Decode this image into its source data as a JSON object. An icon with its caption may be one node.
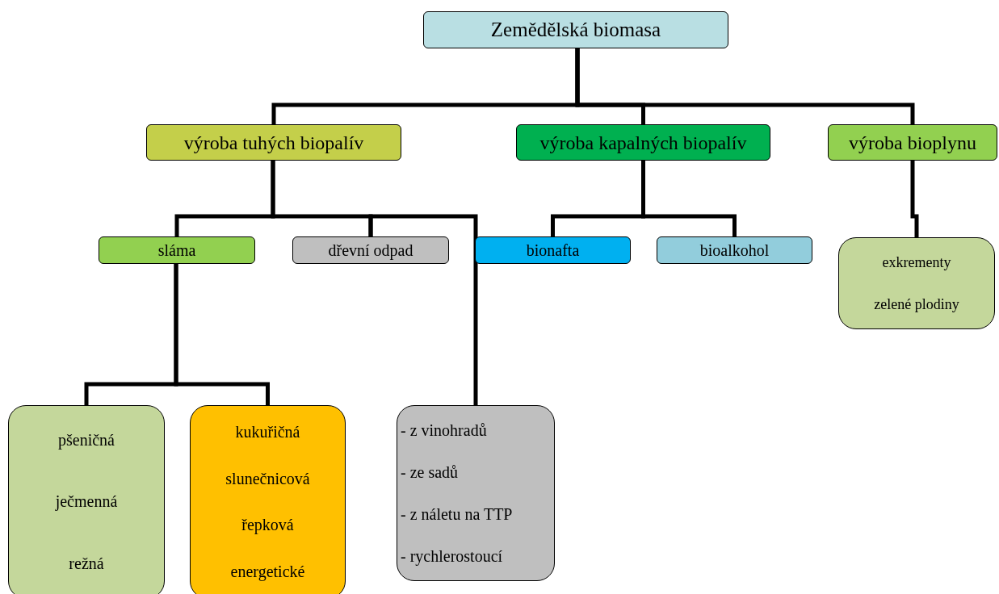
{
  "diagram": {
    "nodes": [
      {
        "text": [
          "Zemědělská biomasa"
        ]
      },
      {
        "text": [
          "výroba tuhých biopalív"
        ]
      },
      {
        "text": [
          "výroba kapalných biopalív"
        ]
      },
      {
        "text": [
          "výroba bioplynu"
        ]
      },
      {
        "text": [
          "sláma"
        ]
      },
      {
        "text": [
          "dřevní odpad"
        ]
      },
      {
        "text": [
          "bionafta"
        ]
      },
      {
        "text": [
          "bioalkohol"
        ]
      },
      {
        "text": [
          "exkrementy",
          "zelené plodiny"
        ]
      },
      {
        "text": [
          "pšeničná",
          "ječmenná",
          "režná"
        ]
      },
      {
        "text": [
          "kukuřičná",
          "slunečnicová",
          "řepková",
          "energetické"
        ]
      },
      {
        "text": [
          "- z vinohradů",
          "- ze sadů",
          "- z náletu na TTP",
          "- rychlerostoucí"
        ]
      }
    ],
    "edges": [
      {
        "from": 0,
        "to": 1,
        "arrow": "none"
      },
      {
        "from": 0,
        "to": 2,
        "arrow": "none"
      },
      {
        "from": 0,
        "to": 3,
        "arrow": "none"
      },
      {
        "from": 1,
        "to": 4,
        "arrow": "none"
      },
      {
        "from": 1,
        "to": 5,
        "arrow": "none"
      },
      {
        "from": 2,
        "to": 6,
        "arrow": "none"
      },
      {
        "from": 2,
        "to": 7,
        "arrow": "none"
      },
      {
        "from": 3,
        "to": 8,
        "arrow": "none"
      },
      {
        "from": 4,
        "to": 9,
        "arrow": "none"
      },
      {
        "from": 4,
        "to": 10,
        "arrow": "none"
      },
      {
        "from": 5,
        "to": 11,
        "arrow": "none"
      }
    ]
  }
}
